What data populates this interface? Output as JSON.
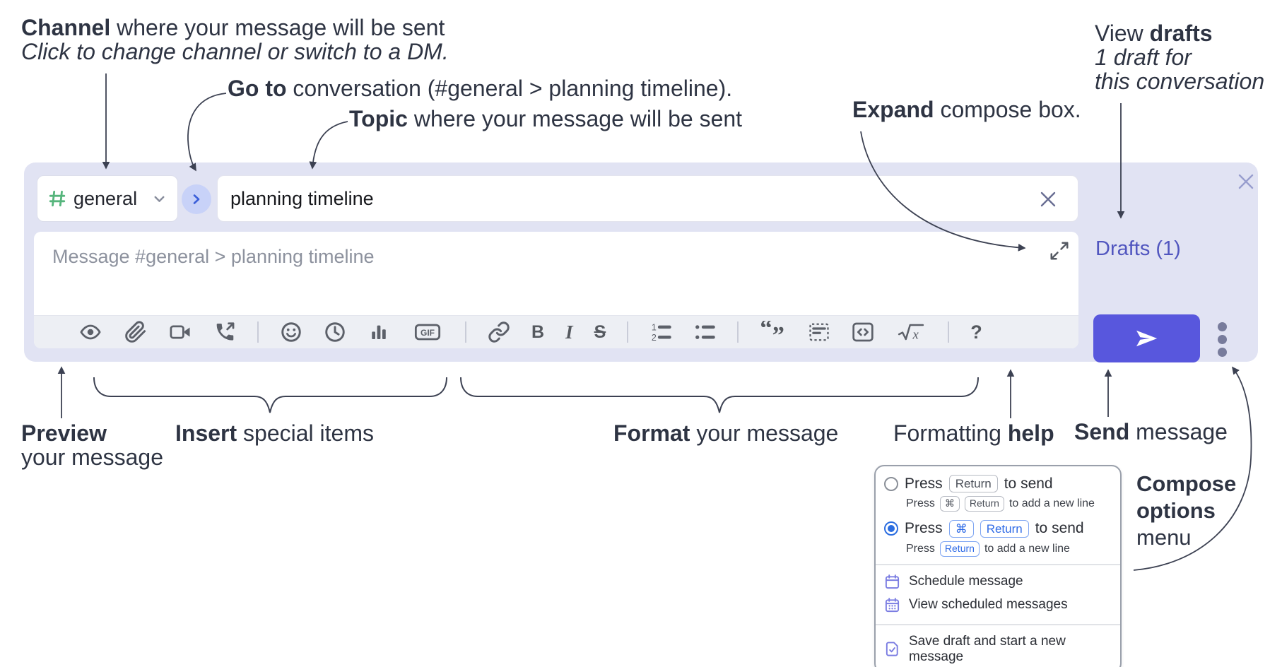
{
  "colors": {
    "panel_bg": "#e1e3f3",
    "send_button": "#5857dd",
    "drafts_link": "#5156bf",
    "hash_green": "#56b57c",
    "kbd_blue": "#2f6be6",
    "menu_icon_purple": "#7b7de2",
    "annotation_text": "#2e3443",
    "toolbar_icon_gray": "#5c6069"
  },
  "annotations": {
    "channel": {
      "bold": "Channel",
      "rest": " where your message will be sent",
      "line2": "Click to change channel or switch to a DM."
    },
    "goto": {
      "bold": "Go to",
      "rest": " conversation (#general > planning timeline)."
    },
    "topic": {
      "bold": "Topic",
      "rest": " where your message will be sent"
    },
    "expand": {
      "bold": "Expand",
      "rest": " compose box."
    },
    "view_drafts": {
      "regular": "View ",
      "bold": "drafts",
      "line2": "1 draft for",
      "line3": "this conversation"
    },
    "preview": {
      "bold": "Preview",
      "line2": "your message"
    },
    "insert": {
      "bold": "Insert",
      "rest": " special items"
    },
    "format": {
      "bold": "Format",
      "rest": " your message"
    },
    "formatting_help": {
      "regular": "Formatting ",
      "bold": "help"
    },
    "send": {
      "bold": "Send",
      "rest": " message"
    },
    "compose_options": {
      "line1": "Compose",
      "line2": "options",
      "line3": "menu"
    }
  },
  "compose": {
    "channel_name": "general",
    "topic_value": "planning timeline",
    "message_placeholder": "Message #general > planning timeline",
    "drafts_label": "Drafts (1)",
    "gif_label": "GIF",
    "bold_glyph": "B",
    "italic_glyph": "I",
    "strike_glyph": "S",
    "help_glyph": "?"
  },
  "toolbar": {
    "icons": [
      "preview-eye",
      "attach-paperclip",
      "video-call",
      "audio-call",
      "emoji",
      "time",
      "poll",
      "gif",
      "link",
      "bold",
      "italic",
      "strikethrough",
      "numbered-list",
      "bulleted-list",
      "quote",
      "spoiler",
      "code",
      "math",
      "help"
    ]
  },
  "send_options_menu": {
    "option_return": {
      "prefix": "Press",
      "kbd": "Return",
      "suffix": "to send",
      "sub_prefix": "Press",
      "sub_kbd1": "⌘",
      "sub_kbd2": "Return",
      "sub_suffix": "to add a new line",
      "selected": false
    },
    "option_cmd_return": {
      "prefix": "Press",
      "kbd1": "⌘",
      "kbd2": "Return",
      "suffix": "to send",
      "sub_prefix": "Press",
      "sub_kbd": "Return",
      "sub_suffix": "to add a new line",
      "selected": true
    },
    "items": [
      {
        "label": "Schedule message",
        "icon": "calendar-icon"
      },
      {
        "label": "View scheduled messages",
        "icon": "calendar-days-icon"
      },
      {
        "label": "Save draft and start a new message",
        "icon": "save-draft-icon"
      }
    ]
  }
}
